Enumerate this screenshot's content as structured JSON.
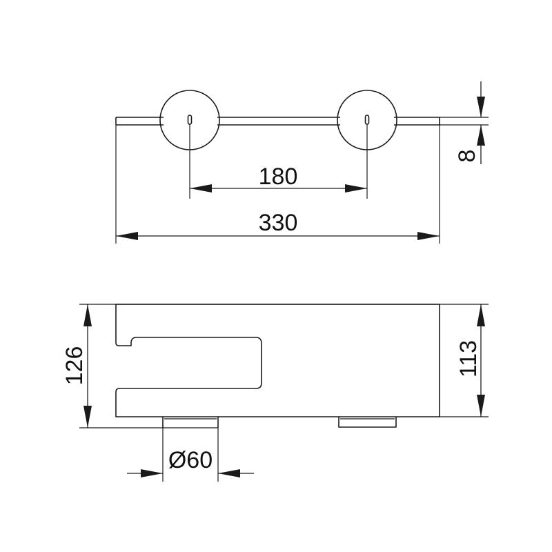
{
  "dimensions": {
    "hole_spacing": "180",
    "overall_length": "330",
    "bar_thickness": "8",
    "total_height": "126",
    "body_height": "113",
    "foot_diameter": "Ø60"
  }
}
